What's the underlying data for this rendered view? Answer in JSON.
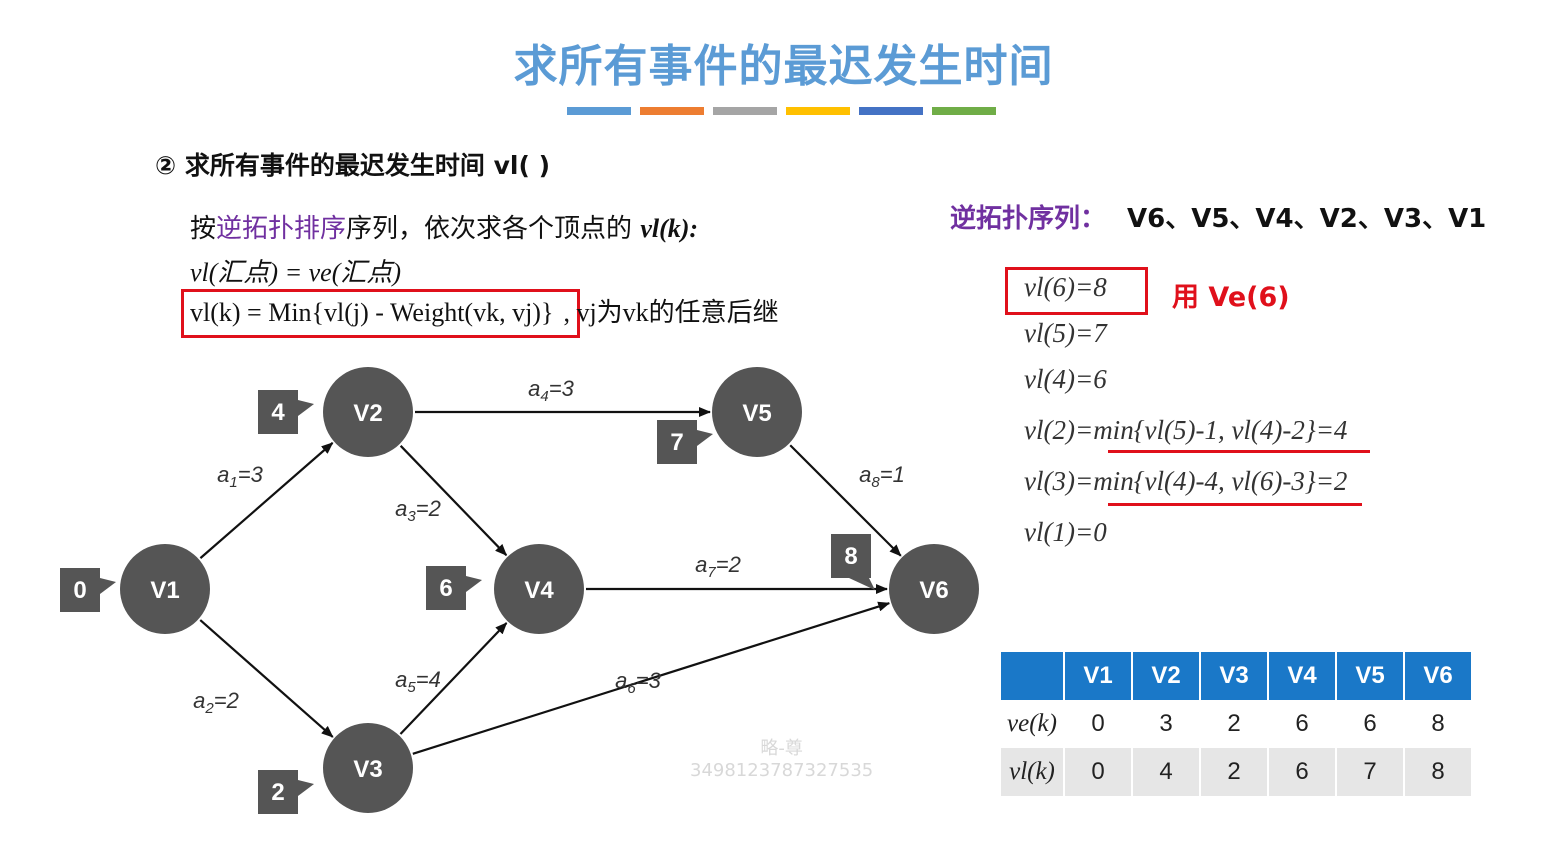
{
  "title": "求所有事件的最迟发生时间",
  "stripe_colors": [
    "#5b9bd5",
    "#ed7d31",
    "#a5a5a5",
    "#ffc000",
    "#4472c4",
    "#70ad47"
  ],
  "subtitle": "② 求所有事件的最迟发生时间 vl( )",
  "rules": {
    "line1_prefix": "按",
    "line1_highlight": "逆拓扑排序",
    "line1_suffix": "序列，依次求各个顶点的",
    "line1_func": "vl(k):",
    "line2": "vl(汇点) = ve(汇点)",
    "line3_formula": "vl(k) = Min{vl(j) - Weight(vk, vj)}",
    "line3_note": ", vj为vk的任意后继"
  },
  "sequence": {
    "label": "逆拓扑序列：",
    "value": "V6、V5、V4、V2、V3、V1"
  },
  "calculations": [
    "vl(6)=8",
    "vl(5)=7",
    "vl(4)=6",
    "vl(2)=min{vl(5)-1, vl(4)-2}=4",
    "vl(3)=min{vl(4)-4, vl(6)-3}=2",
    "vl(1)=0"
  ],
  "use_note": "用 Ve(6)",
  "highlight_color": "#e0101b",
  "graph": {
    "nodes": [
      {
        "id": "V1",
        "label": "V1",
        "tag": "0"
      },
      {
        "id": "V2",
        "label": "V2",
        "tag": "4"
      },
      {
        "id": "V3",
        "label": "V3",
        "tag": "2"
      },
      {
        "id": "V4",
        "label": "V4",
        "tag": "6"
      },
      {
        "id": "V5",
        "label": "V5",
        "tag": "7"
      },
      {
        "id": "V6",
        "label": "V6",
        "tag": "8"
      }
    ],
    "edges": [
      {
        "from": "V1",
        "to": "V2",
        "label": "a1=3"
      },
      {
        "from": "V1",
        "to": "V3",
        "label": "a2=2"
      },
      {
        "from": "V2",
        "to": "V4",
        "label": "a3=2"
      },
      {
        "from": "V2",
        "to": "V5",
        "label": "a4=3"
      },
      {
        "from": "V3",
        "to": "V4",
        "label": "a5=4"
      },
      {
        "from": "V3",
        "to": "V6",
        "label": "a6=3"
      },
      {
        "from": "V4",
        "to": "V6",
        "label": "a7=2"
      },
      {
        "from": "V5",
        "to": "V6",
        "label": "a8=1"
      }
    ]
  },
  "table": {
    "headers": [
      "",
      "V1",
      "V2",
      "V3",
      "V4",
      "V5",
      "V6"
    ],
    "rows": [
      {
        "label": "ve(k)",
        "values": [
          "0",
          "3",
          "2",
          "6",
          "6",
          "8"
        ]
      },
      {
        "label": "vl(k)",
        "values": [
          "0",
          "4",
          "2",
          "6",
          "7",
          "8"
        ]
      }
    ],
    "header_color": "#1a78c8"
  },
  "watermark": {
    "line1": "略-尊",
    "line2": "3498123787327535"
  }
}
